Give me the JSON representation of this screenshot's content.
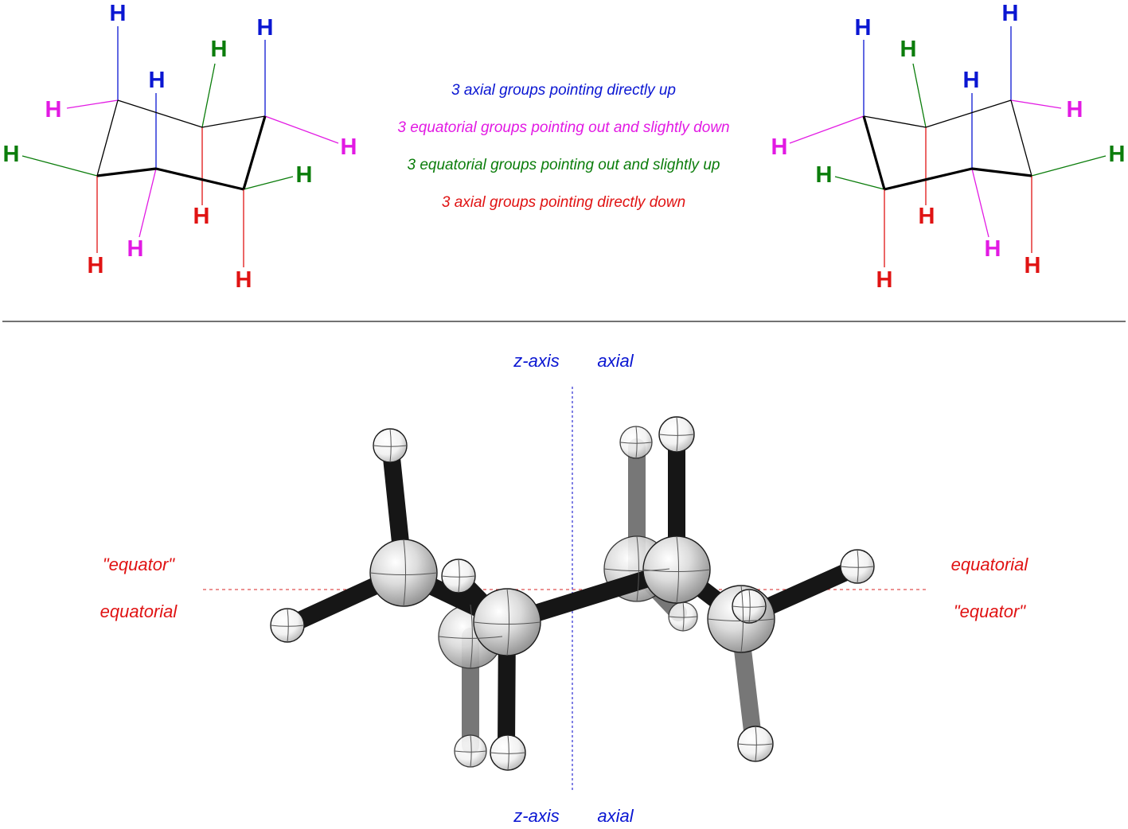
{
  "colors": {
    "axial_up": "#0a16d2",
    "equatorial_down": "#e21ae3",
    "equatorial_up": "#0b7d0b",
    "axial_down": "#e01313",
    "ring": "#000000",
    "axis_line": "#3b3bd6",
    "equator_line": "#e05050",
    "divider": "#444444"
  },
  "atom_label": "H",
  "legend": {
    "axial_up": "3 axial groups pointing directly up",
    "equatorial_down": "3 equatorial groups pointing out and slightly down",
    "equatorial_up": "3 equatorial groups pointing out and slightly up",
    "axial_down": "3 axial groups pointing directly down"
  },
  "model_labels": {
    "z_axis_top": "z-axis",
    "axial_top": "axial",
    "z_axis_bottom": "z-axis",
    "axial_bottom": "axial",
    "left_equator": "\"equator\"",
    "left_equatorial": "equatorial",
    "right_equatorial": "equatorial",
    "right_equator": "\"equator\""
  }
}
